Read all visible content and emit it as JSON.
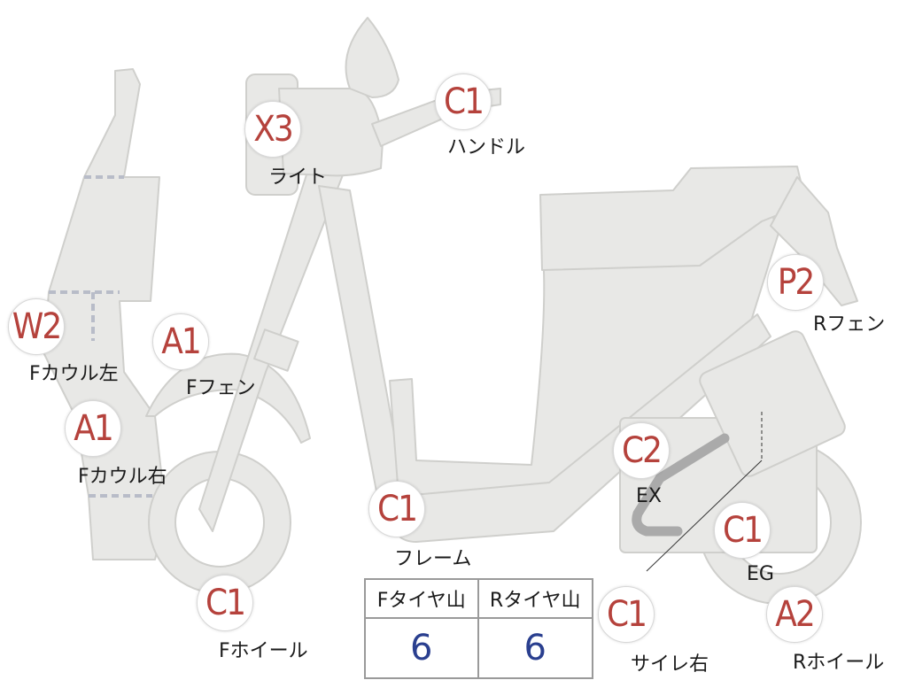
{
  "parts": [
    {
      "id": "light",
      "grade": "X3",
      "label": "ライト"
    },
    {
      "id": "handle",
      "grade": "C1",
      "label": "ハンドル"
    },
    {
      "id": "f-cowl-left",
      "grade": "W2",
      "label": "Fカウル左"
    },
    {
      "id": "f-fender",
      "grade": "A1",
      "label": "Fフェン"
    },
    {
      "id": "f-cowl-right",
      "grade": "A1",
      "label": "Fカウル右"
    },
    {
      "id": "r-fender",
      "grade": "P2",
      "label": "Rフェン"
    },
    {
      "id": "ex",
      "grade": "C2",
      "label": "EX"
    },
    {
      "id": "frame",
      "grade": "C1",
      "label": "フレーム"
    },
    {
      "id": "eg",
      "grade": "C1",
      "label": "EG"
    },
    {
      "id": "f-wheel",
      "grade": "C1",
      "label": "Fホイール"
    },
    {
      "id": "silencer-right",
      "grade": "C1",
      "label": "サイレ右"
    },
    {
      "id": "r-wheel",
      "grade": "A2",
      "label": "Rホイール"
    }
  ],
  "tire_tread": {
    "headers": [
      "Fタイヤ山",
      "Rタイヤ山"
    ],
    "values": [
      "6",
      "6"
    ]
  },
  "colors": {
    "body_fill": "#e8e8e6",
    "body_stroke": "#cfcfcc",
    "grade_text": "#b5423c",
    "value_text": "#2a3f8f"
  }
}
